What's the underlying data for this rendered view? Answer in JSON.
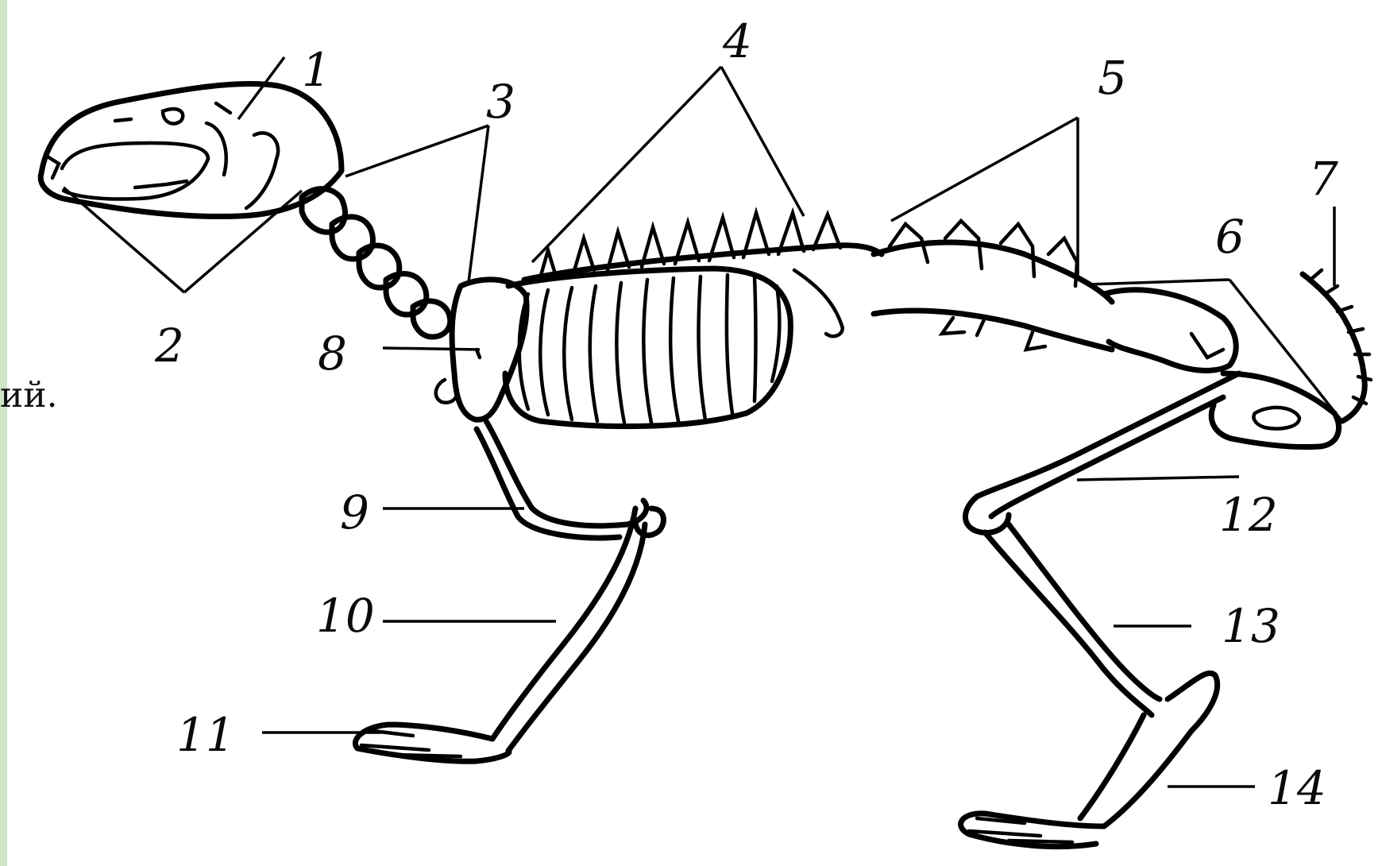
{
  "side_fragment": "ий.",
  "labels": [
    {
      "id": "label-1",
      "text": "1"
    },
    {
      "id": "label-2",
      "text": "2"
    },
    {
      "id": "label-3",
      "text": "3"
    },
    {
      "id": "label-4",
      "text": "4"
    },
    {
      "id": "label-5",
      "text": "5"
    },
    {
      "id": "label-6",
      "text": "6"
    },
    {
      "id": "label-7",
      "text": "7"
    },
    {
      "id": "label-8",
      "text": "8"
    },
    {
      "id": "label-9",
      "text": "9"
    },
    {
      "id": "label-10",
      "text": "10"
    },
    {
      "id": "label-11",
      "text": "11"
    },
    {
      "id": "label-12",
      "text": "12"
    },
    {
      "id": "label-13",
      "text": "13"
    },
    {
      "id": "label-14",
      "text": "14"
    }
  ],
  "colors": {
    "frame": "#cfe6c4",
    "ink": "#000000",
    "paper": "#ffffff"
  }
}
